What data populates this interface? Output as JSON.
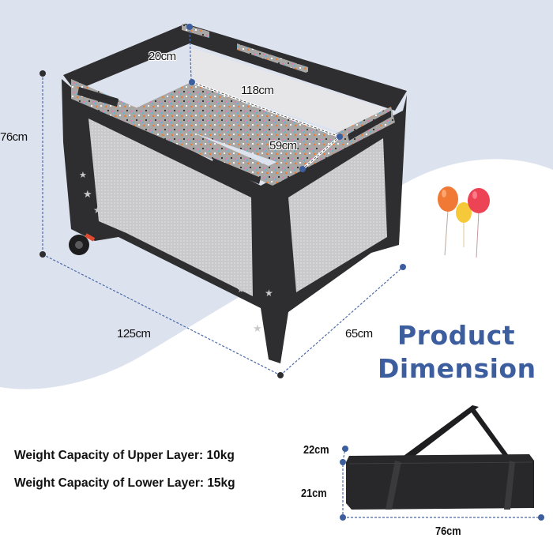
{
  "title": {
    "line1": "Product",
    "line2": "Dimension"
  },
  "crib_dimensions": {
    "height_total": "76cm",
    "bassinet_depth": "20cm",
    "bassinet_length": "118cm",
    "bassinet_width": "59cm",
    "length": "125cm",
    "width": "65cm"
  },
  "bag_dimensions": {
    "depth": "22cm",
    "height": "21cm",
    "length": "76cm"
  },
  "specs": [
    "Weight Capacity of Upper Layer: 10kg",
    "Weight Capacity of Lower Layer: 15kg"
  ],
  "colors": {
    "background_blob": "#dde3ee",
    "accent_blue": "#3d5e9e",
    "dim_line": "#4a6aa8",
    "crib_frame": "#2e2d30"
  },
  "decorations": [
    "balloon-orange",
    "balloon-yellow",
    "balloon-red"
  ]
}
